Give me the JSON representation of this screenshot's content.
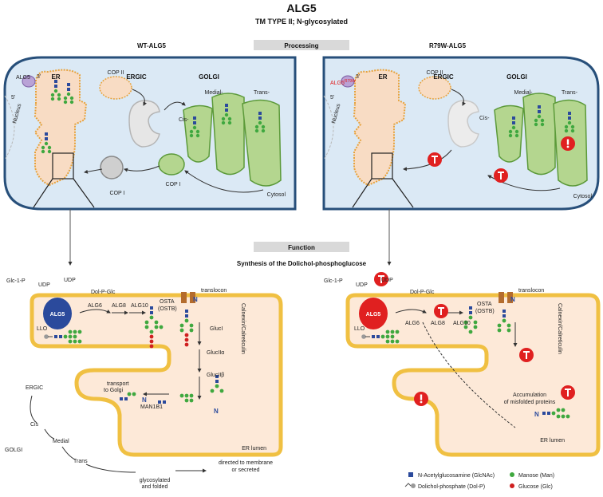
{
  "header": {
    "title": "ALG5",
    "subtitle": "TM TYPE II; N-glycosylated",
    "processing_label": "Processing",
    "function_label": "Function",
    "function_subtitle": "Synthesis of the Dolichol-phosphoglucose"
  },
  "top_left": {
    "title": "WT-ALG5",
    "er": "ER",
    "ergic": "ERGIC",
    "golgi": "GOLGI",
    "alg5": "ALG5",
    "three_prime": "3'",
    "five_prime": "5'",
    "nucleus": "Nucleus",
    "cop2": "COP II",
    "cop1_a": "COP I",
    "cop1_b": "COP I",
    "cis": "Cis-",
    "medial": "Medial-",
    "trans": "Trans-",
    "cytosol": "Cytosol"
  },
  "top_right": {
    "title": "R79W-ALG5",
    "er": "ER",
    "ergic": "ERGIC",
    "golgi": "GOLGI",
    "alg5": "ALG5",
    "alg5_sup": "R79W",
    "three_prime": "3'",
    "five_prime": "5'",
    "nucleus": "Nucleus",
    "cop2": "COP II",
    "cis": "Cis-",
    "medial": "Medial-",
    "trans": "Trans-",
    "cytosol": "Cytosol"
  },
  "bottom_left": {
    "glc1p": "Glc-1-P",
    "udp1": "UDP",
    "udp2": "UDP",
    "dolpglc": "Dol-P-Glc",
    "translocon": "translocon",
    "alg5": "ALG5",
    "alg6": "ALG6",
    "alg8": "ALG8",
    "alg10": "ALG10",
    "osta": "OSTA",
    "ostb": "(OSTB)",
    "llo": "LLO",
    "gluc1": "GlucI",
    "gluc2a": "GlucIIα",
    "gluc2b": "GlucIIβ",
    "calnexin": "Calnexin/Calreticulin",
    "transport_1": "transport",
    "transport_2": "to Golgi",
    "man1b1": "MAN1B1",
    "n1": "N",
    "n2": "N",
    "n3": "N",
    "ergic": "ERGIC",
    "cis": "Cis",
    "medial": "Medial",
    "golgi": "GOLGI",
    "trans": "Trans",
    "er_lumen": "ER lumen",
    "gf_1": "glycosylated",
    "gf_2": "and folded",
    "dest_1": "directed to membrane",
    "dest_2": "or secreted"
  },
  "bottom_right": {
    "glc1p": "Glc-1-P",
    "udp1": "UDP",
    "udp2": "UDP",
    "dolpglc": "Dol-P-Glc",
    "translocon": "translocon",
    "alg5": "ALG5",
    "alg6": "ALG6",
    "alg8": "ALG8",
    "alg10": "ALG10",
    "osta": "OSTA",
    "ostb": "(OSTB)",
    "llo": "LLO",
    "n1": "N",
    "n2": "N",
    "calnexin": "Calnexin/Calreticulin",
    "accum_1": "Accumulation",
    "accum_2": "of misfolded proteins",
    "er_lumen": "ER lumen"
  },
  "legend": {
    "glcnac": "N-Acetylglucosamine (GlcNAc)",
    "dolp": "Dolichol-phosphate (Dol-P)",
    "man": "Manose (Man)",
    "glc": "Glucose (Glc)"
  },
  "colors": {
    "cell_blue": "#dbe9f5",
    "cell_border": "#274f7a",
    "er_fill": "#f8dcc4",
    "er_border": "#e7a23c",
    "golgi_fill": "#b4d68f",
    "golgi_border": "#5c9a3a",
    "glcnac": "#2b4a9c",
    "man": "#3fa83f",
    "glc": "#cf1f1f",
    "alert": "#e02020",
    "bar_grey": "#d9d9d9"
  }
}
